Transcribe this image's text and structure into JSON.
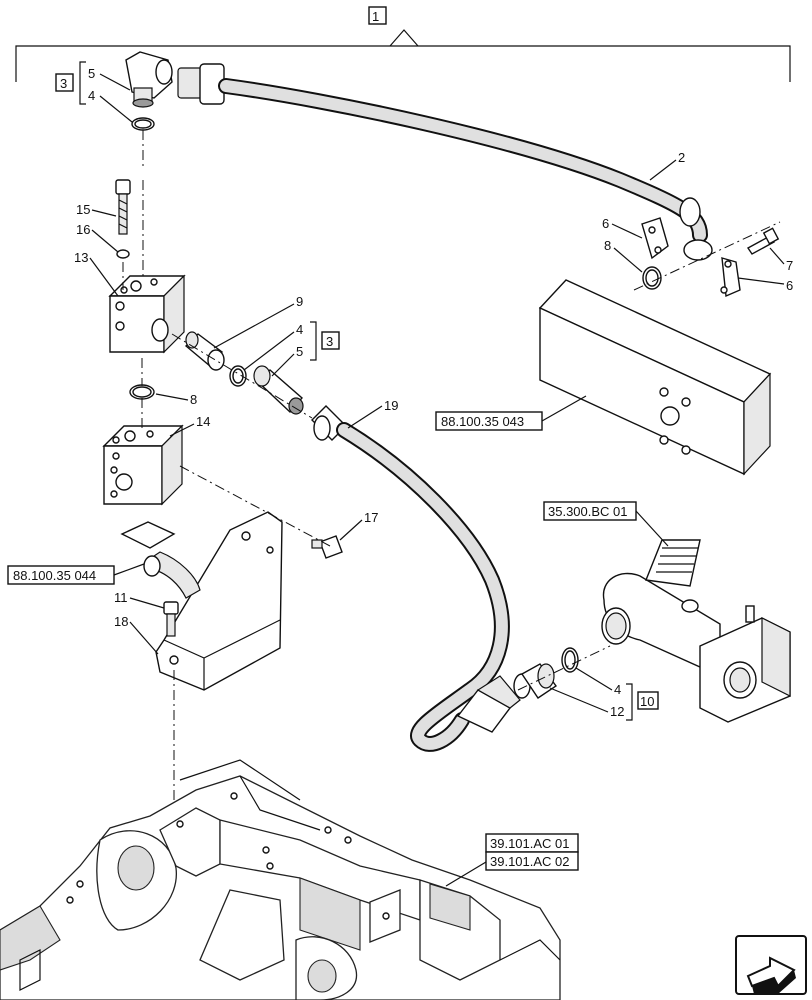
{
  "callouts": {
    "c1": "1",
    "c2": "2",
    "c3a": "3",
    "c3b": "3",
    "c4a": "4",
    "c4b": "4",
    "c4c": "4",
    "c5a": "5",
    "c5b": "5",
    "c6a": "6",
    "c6b": "6",
    "c7": "7",
    "c8a": "8",
    "c8b": "8",
    "c9": "9",
    "c10": "10",
    "c11": "11",
    "c12": "12",
    "c13": "13",
    "c14": "14",
    "c15": "15",
    "c16": "16",
    "c17": "17",
    "c18": "18",
    "c19": "19"
  },
  "references": {
    "r1": "88.100.35 043",
    "r2": "88.100.35 044",
    "r3": "35.300.BC 01",
    "r4": "39.101.AC 01",
    "r5": "39.101.AC 02"
  },
  "icons": {
    "nav": "arrow-next-page-icon"
  }
}
